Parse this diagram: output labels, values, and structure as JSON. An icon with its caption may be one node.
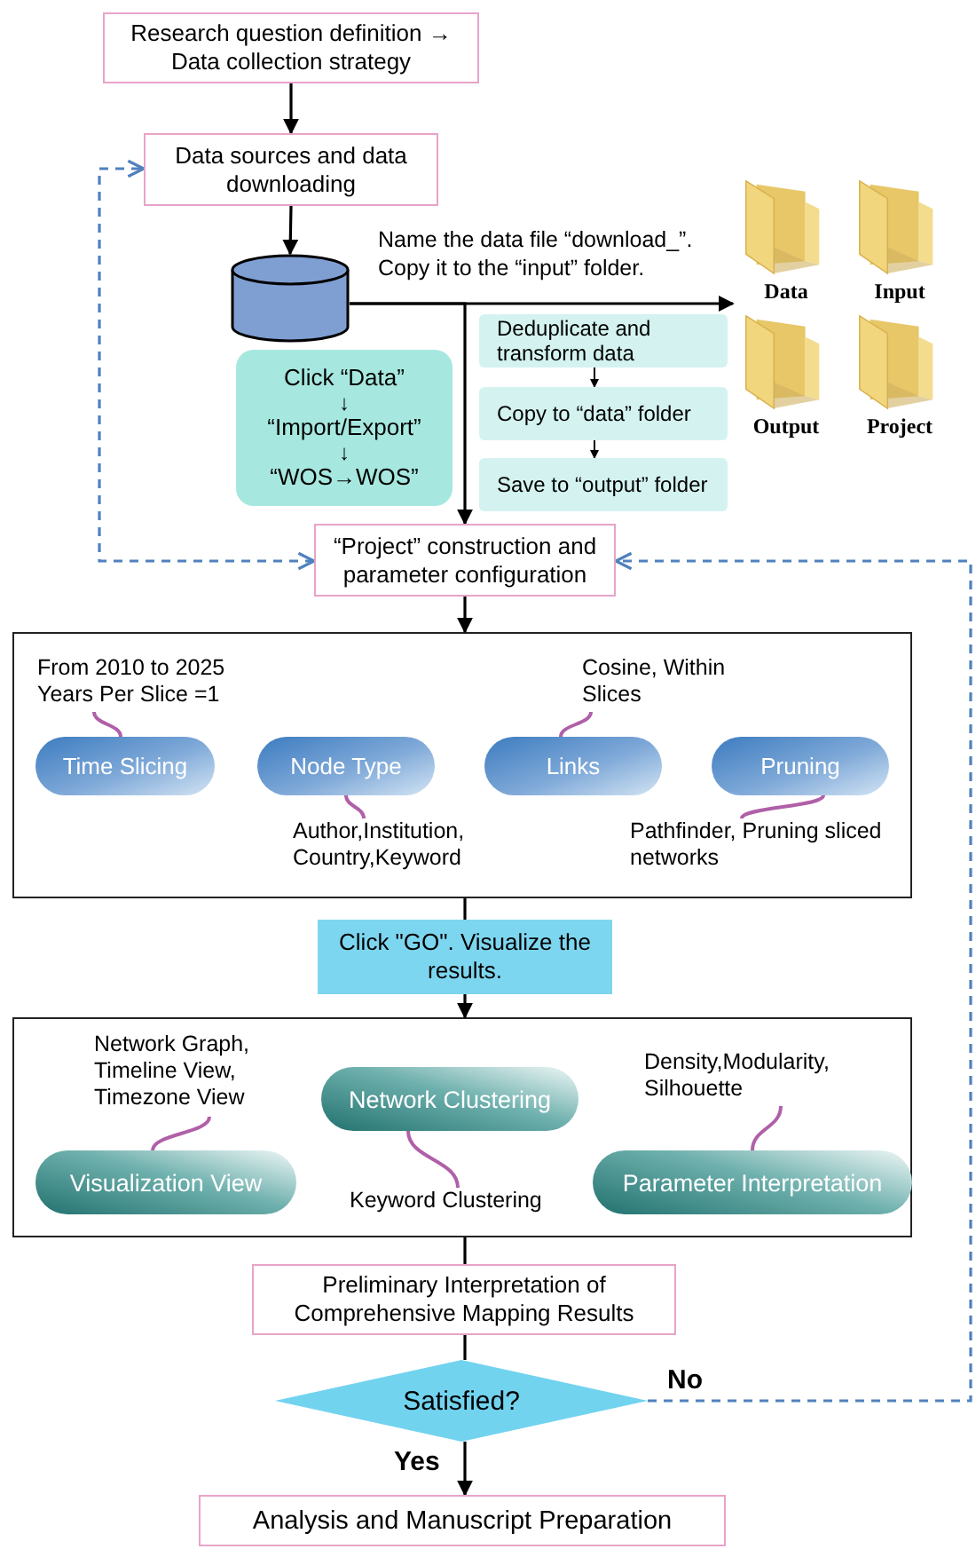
{
  "diagram": {
    "nodes": [
      {
        "text": [
          "Research question definition → Data collection strategy"
        ]
      },
      {
        "text": [
          "Data sources and data downloading"
        ]
      },
      {
        "text": [],
        "shape": "cylinder"
      },
      {
        "text": [
          "Data"
        ]
      },
      {
        "text": [
          "Input"
        ]
      },
      {
        "text": [
          "Output"
        ]
      },
      {
        "text": [
          "Project"
        ]
      },
      {
        "text": [
          "Click “Data”",
          "↓",
          "“Import/Export”",
          "↓",
          "“WOS→WOS”"
        ]
      },
      {
        "text": [
          "Deduplicate and transform data"
        ]
      },
      {
        "text": [
          "Copy to “data” folder"
        ]
      },
      {
        "text": [
          "Save to “output” folder"
        ]
      },
      {
        "text": [
          "“Project” construction and parameter configuration"
        ]
      },
      {
        "text": [],
        "shape": "box"
      },
      {
        "text": [
          "From 2010 to 2025 Years Per Slice =1"
        ],
        "in": 12
      },
      {
        "text": [
          "Cosine, Within Slices"
        ],
        "in": 12
      },
      {
        "text": [
          "Time Slicing"
        ],
        "in": 12
      },
      {
        "text": [
          "Node Type"
        ],
        "in": 12
      },
      {
        "text": [
          "Links"
        ],
        "in": 12
      },
      {
        "text": [
          "Pruning"
        ],
        "in": 12
      },
      {
        "text": [
          "Author,Institution, Country,Keyword"
        ],
        "in": 12
      },
      {
        "text": [
          "Pathfinder, Pruning sliced networks"
        ],
        "in": 12
      },
      {
        "text": [
          "Click \"GO\". Visualize the results."
        ]
      },
      {
        "text": [],
        "shape": "box"
      },
      {
        "text": [
          "Network Graph, Timeline View, Timezone View"
        ],
        "in": 22
      },
      {
        "text": [
          "Density,Modularity, Silhouette"
        ],
        "in": 22
      },
      {
        "text": [
          "Network Clustering"
        ],
        "in": 22
      },
      {
        "text": [
          "Visualization View"
        ],
        "in": 22
      },
      {
        "text": [
          "Parameter Interpretation"
        ],
        "in": 22
      },
      {
        "text": [
          "Keyword Clustering"
        ],
        "in": 22
      },
      {
        "text": [
          "Preliminary Interpretation of Comprehensive Mapping Results"
        ]
      },
      {
        "text": [
          "Satisfied?"
        ]
      },
      {
        "text": [
          "Analysis and Manuscript Preparation"
        ]
      }
    ],
    "edges": [
      {
        "from": 0,
        "to": 1,
        "arrow": "to"
      },
      {
        "from": 1,
        "to": 2,
        "arrow": "to"
      },
      {
        "from": 2,
        "to": 3,
        "arrow": "to",
        "label": "Name the data file “download_”. Copy it to the “input” folder."
      },
      {
        "from": 2,
        "to": 11,
        "arrow": "to"
      },
      {
        "from": 8,
        "to": 9,
        "arrow": "to"
      },
      {
        "from": 9,
        "to": 10,
        "arrow": "to"
      },
      {
        "from": 11,
        "to": 12,
        "arrow": "to"
      },
      {
        "from": 12,
        "to": 21,
        "arrow": "none"
      },
      {
        "from": 21,
        "to": 22,
        "arrow": "to"
      },
      {
        "from": 22,
        "to": 29,
        "arrow": "none"
      },
      {
        "from": 29,
        "to": 30,
        "arrow": "none"
      },
      {
        "from": 30,
        "to": 31,
        "arrow": "to",
        "label": "Yes"
      },
      {
        "from": 30,
        "to": 11,
        "arrow": "to",
        "label": "No",
        "style": "dashed",
        "color": "#4f81bd"
      },
      {
        "from": 11,
        "to": 1,
        "arrow": "both",
        "style": "dashed",
        "color": "#4f81bd"
      },
      {
        "from": 13,
        "to": 15,
        "arrow": "none",
        "color": "#b060a8"
      },
      {
        "from": 19,
        "to": 16,
        "arrow": "none",
        "color": "#b060a8"
      },
      {
        "from": 14,
        "to": 17,
        "arrow": "none",
        "color": "#b060a8"
      },
      {
        "from": 20,
        "to": 18,
        "arrow": "none",
        "color": "#b060a8"
      },
      {
        "from": 23,
        "to": 26,
        "arrow": "none",
        "color": "#b060a8"
      },
      {
        "from": 28,
        "to": 25,
        "arrow": "none",
        "color": "#b060a8"
      },
      {
        "from": 24,
        "to": 27,
        "arrow": "none",
        "color": "#b060a8"
      }
    ]
  }
}
